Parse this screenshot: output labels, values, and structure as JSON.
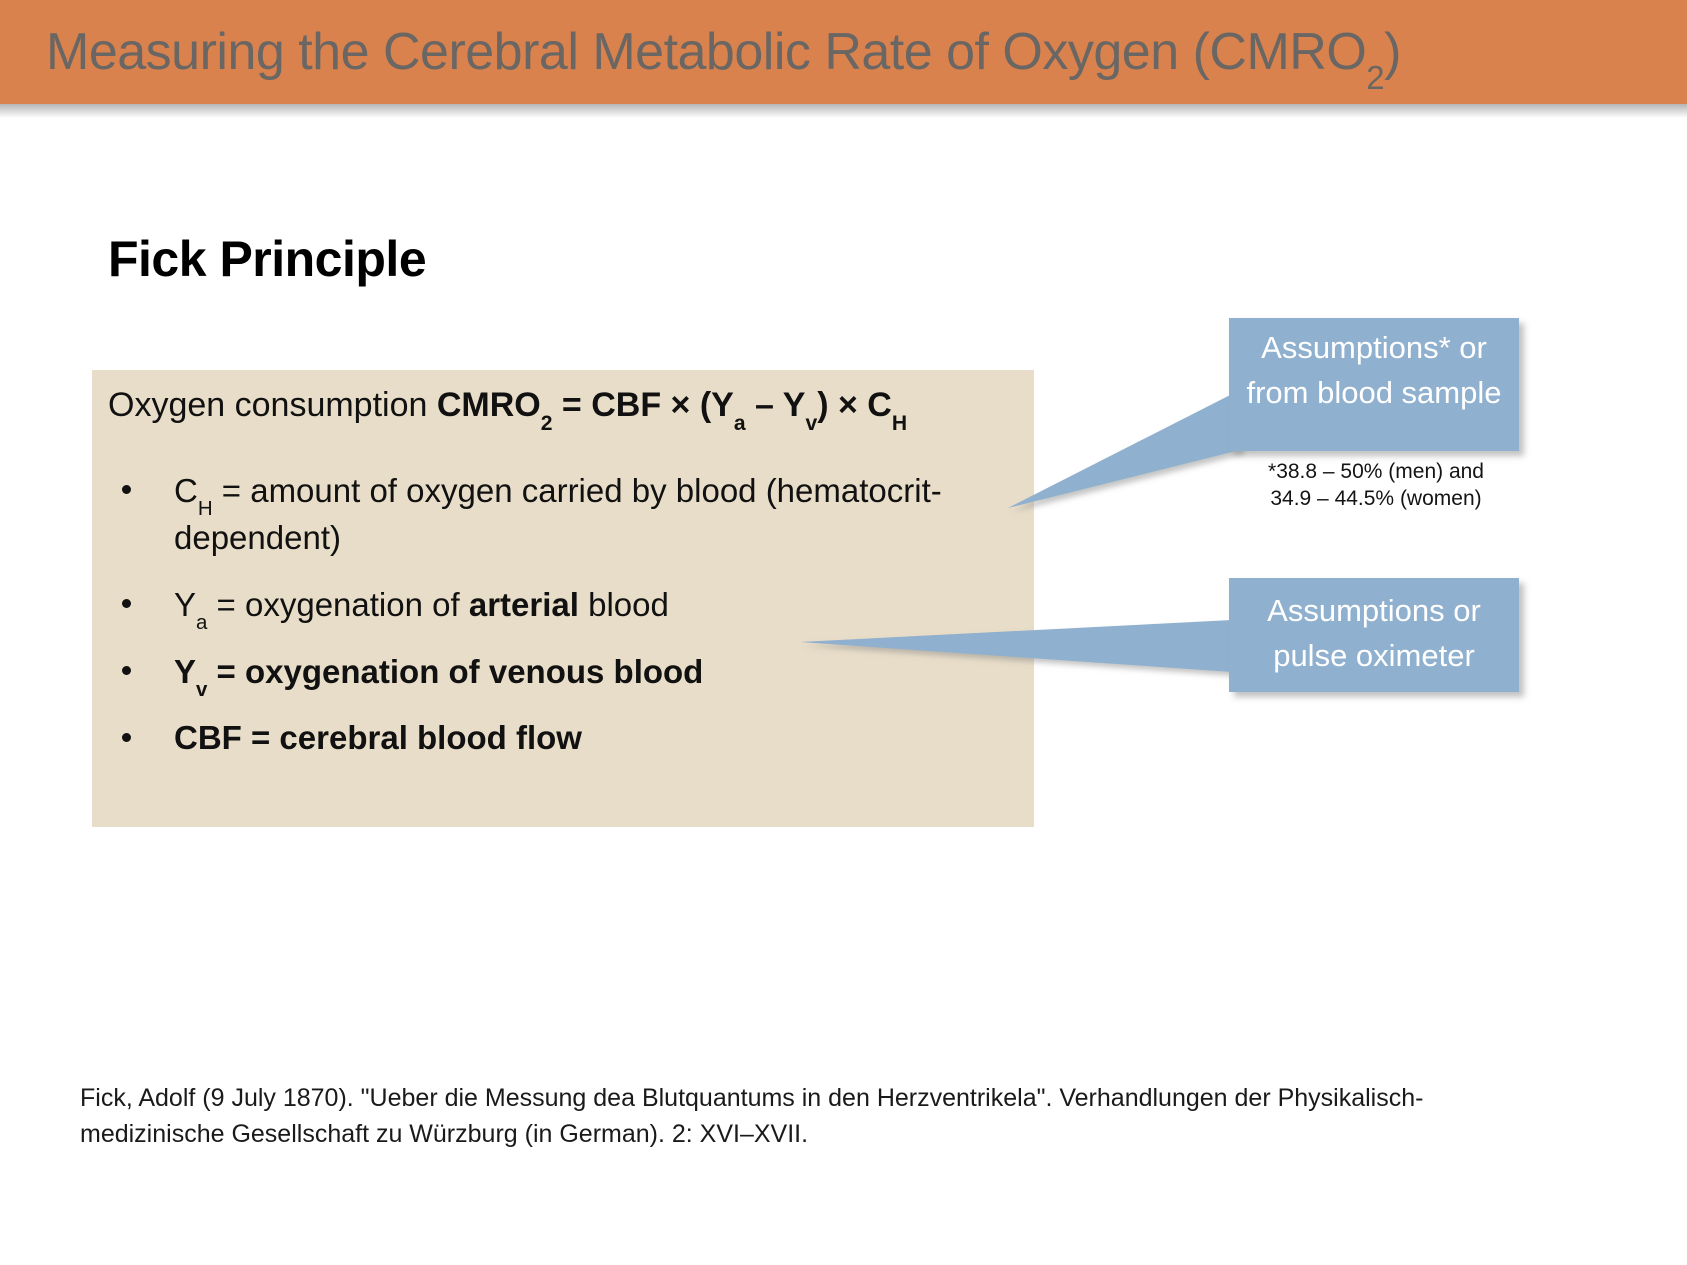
{
  "slide": {
    "title_main": "Measuring the Cerebral Metabolic Rate of Oxygen (CMRO",
    "title_sub": "2",
    "title_tail": ")",
    "title_full": "Measuring the Cerebral Metabolic Rate of Oxygen (CMRO2)",
    "heading": "Fick Principle"
  },
  "colors": {
    "banner": "#d9824e",
    "panel": "#e8ddc8",
    "callout": "#8fb0ce",
    "title_text": "#6a6663",
    "body_text": "#111111"
  },
  "formula": {
    "lead": "Oxygen consumption ",
    "expr_1": "CMRO",
    "expr_1_sub": "2",
    "expr_2": " = CBF × (Y",
    "expr_2_sub": "a",
    "expr_3": " – Y",
    "expr_3_sub": "v",
    "expr_4": ") × C",
    "expr_4_sub": "H",
    "full": "Oxygen consumption CMRO2 = CBF × (Ya – Yv) × CH"
  },
  "bullets": [
    {
      "symbol": "C",
      "symbol_sub": "H",
      "text": " = amount of oxygen carried by blood (hematocrit-dependent)",
      "bold_symbol": false,
      "bold_text": false,
      "bold_fragment": "",
      "full": "CH = amount of oxygen carried by blood (hematocrit-dependent)"
    },
    {
      "symbol": "Y",
      "symbol_sub": "a",
      "text_before": " = oxygenation of ",
      "bold_fragment": "arterial",
      "text_after": " blood",
      "bold_symbol": false,
      "bold_text": false,
      "full": "Ya = oxygenation of arterial blood"
    },
    {
      "symbol": "Y",
      "symbol_sub": "v",
      "text": "  = oxygenation of venous blood",
      "bold_symbol": true,
      "bold_text": true,
      "bold_fragment": "",
      "full": "Yv = oxygenation of venous blood"
    },
    {
      "symbol": "CBF",
      "symbol_sub": "",
      "text": " = cerebral blood flow",
      "bold_symbol": true,
      "bold_text": true,
      "bold_fragment": "",
      "full": "CBF = cerebral blood flow"
    }
  ],
  "callouts": [
    {
      "id": "blood-sample",
      "text": "Assumptions* or from blood sample"
    },
    {
      "id": "pulse-oximeter",
      "text": "Assumptions or pulse oximeter"
    }
  ],
  "footnote": {
    "line1": "*38.8 – 50% (men) and",
    "line2": "34.9 – 44.5% (women)",
    "full": "*38.8 – 50% (men) and 34.9 – 44.5% (women)"
  },
  "citation": {
    "text": "Fick, Adolf (9 July 1870). \"Ueber die Messung dea Blutquantums in den Herzventrikela\". Verhandlungen der Physikalisch-medizinische Gesellschaft zu Würzburg (in German). 2: XVI–XVII."
  }
}
